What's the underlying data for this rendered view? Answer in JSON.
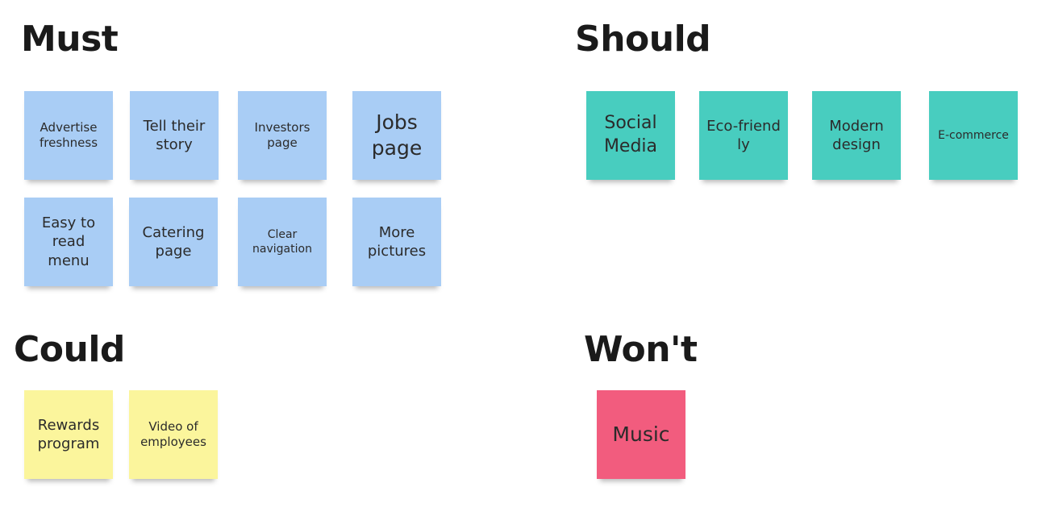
{
  "board": {
    "sections": {
      "must": {
        "title": "Must",
        "color": "#a9cdf5",
        "notes": [
          "Advertise freshness",
          "Tell their story",
          "Investors page",
          "Jobs page",
          "Easy to read menu",
          "Catering page",
          "Clear navigation",
          "More pictures"
        ]
      },
      "should": {
        "title": "Should",
        "color": "#48cdbf",
        "notes": [
          "Social Media",
          "Eco-friendly",
          "Modern design",
          "E-commerce"
        ]
      },
      "could": {
        "title": "Could",
        "color": "#fbf59c",
        "notes": [
          "Rewards program",
          "Video of employees"
        ]
      },
      "wont": {
        "title": "Won't",
        "color": "#f25c7e",
        "notes": [
          "Music"
        ]
      }
    }
  }
}
